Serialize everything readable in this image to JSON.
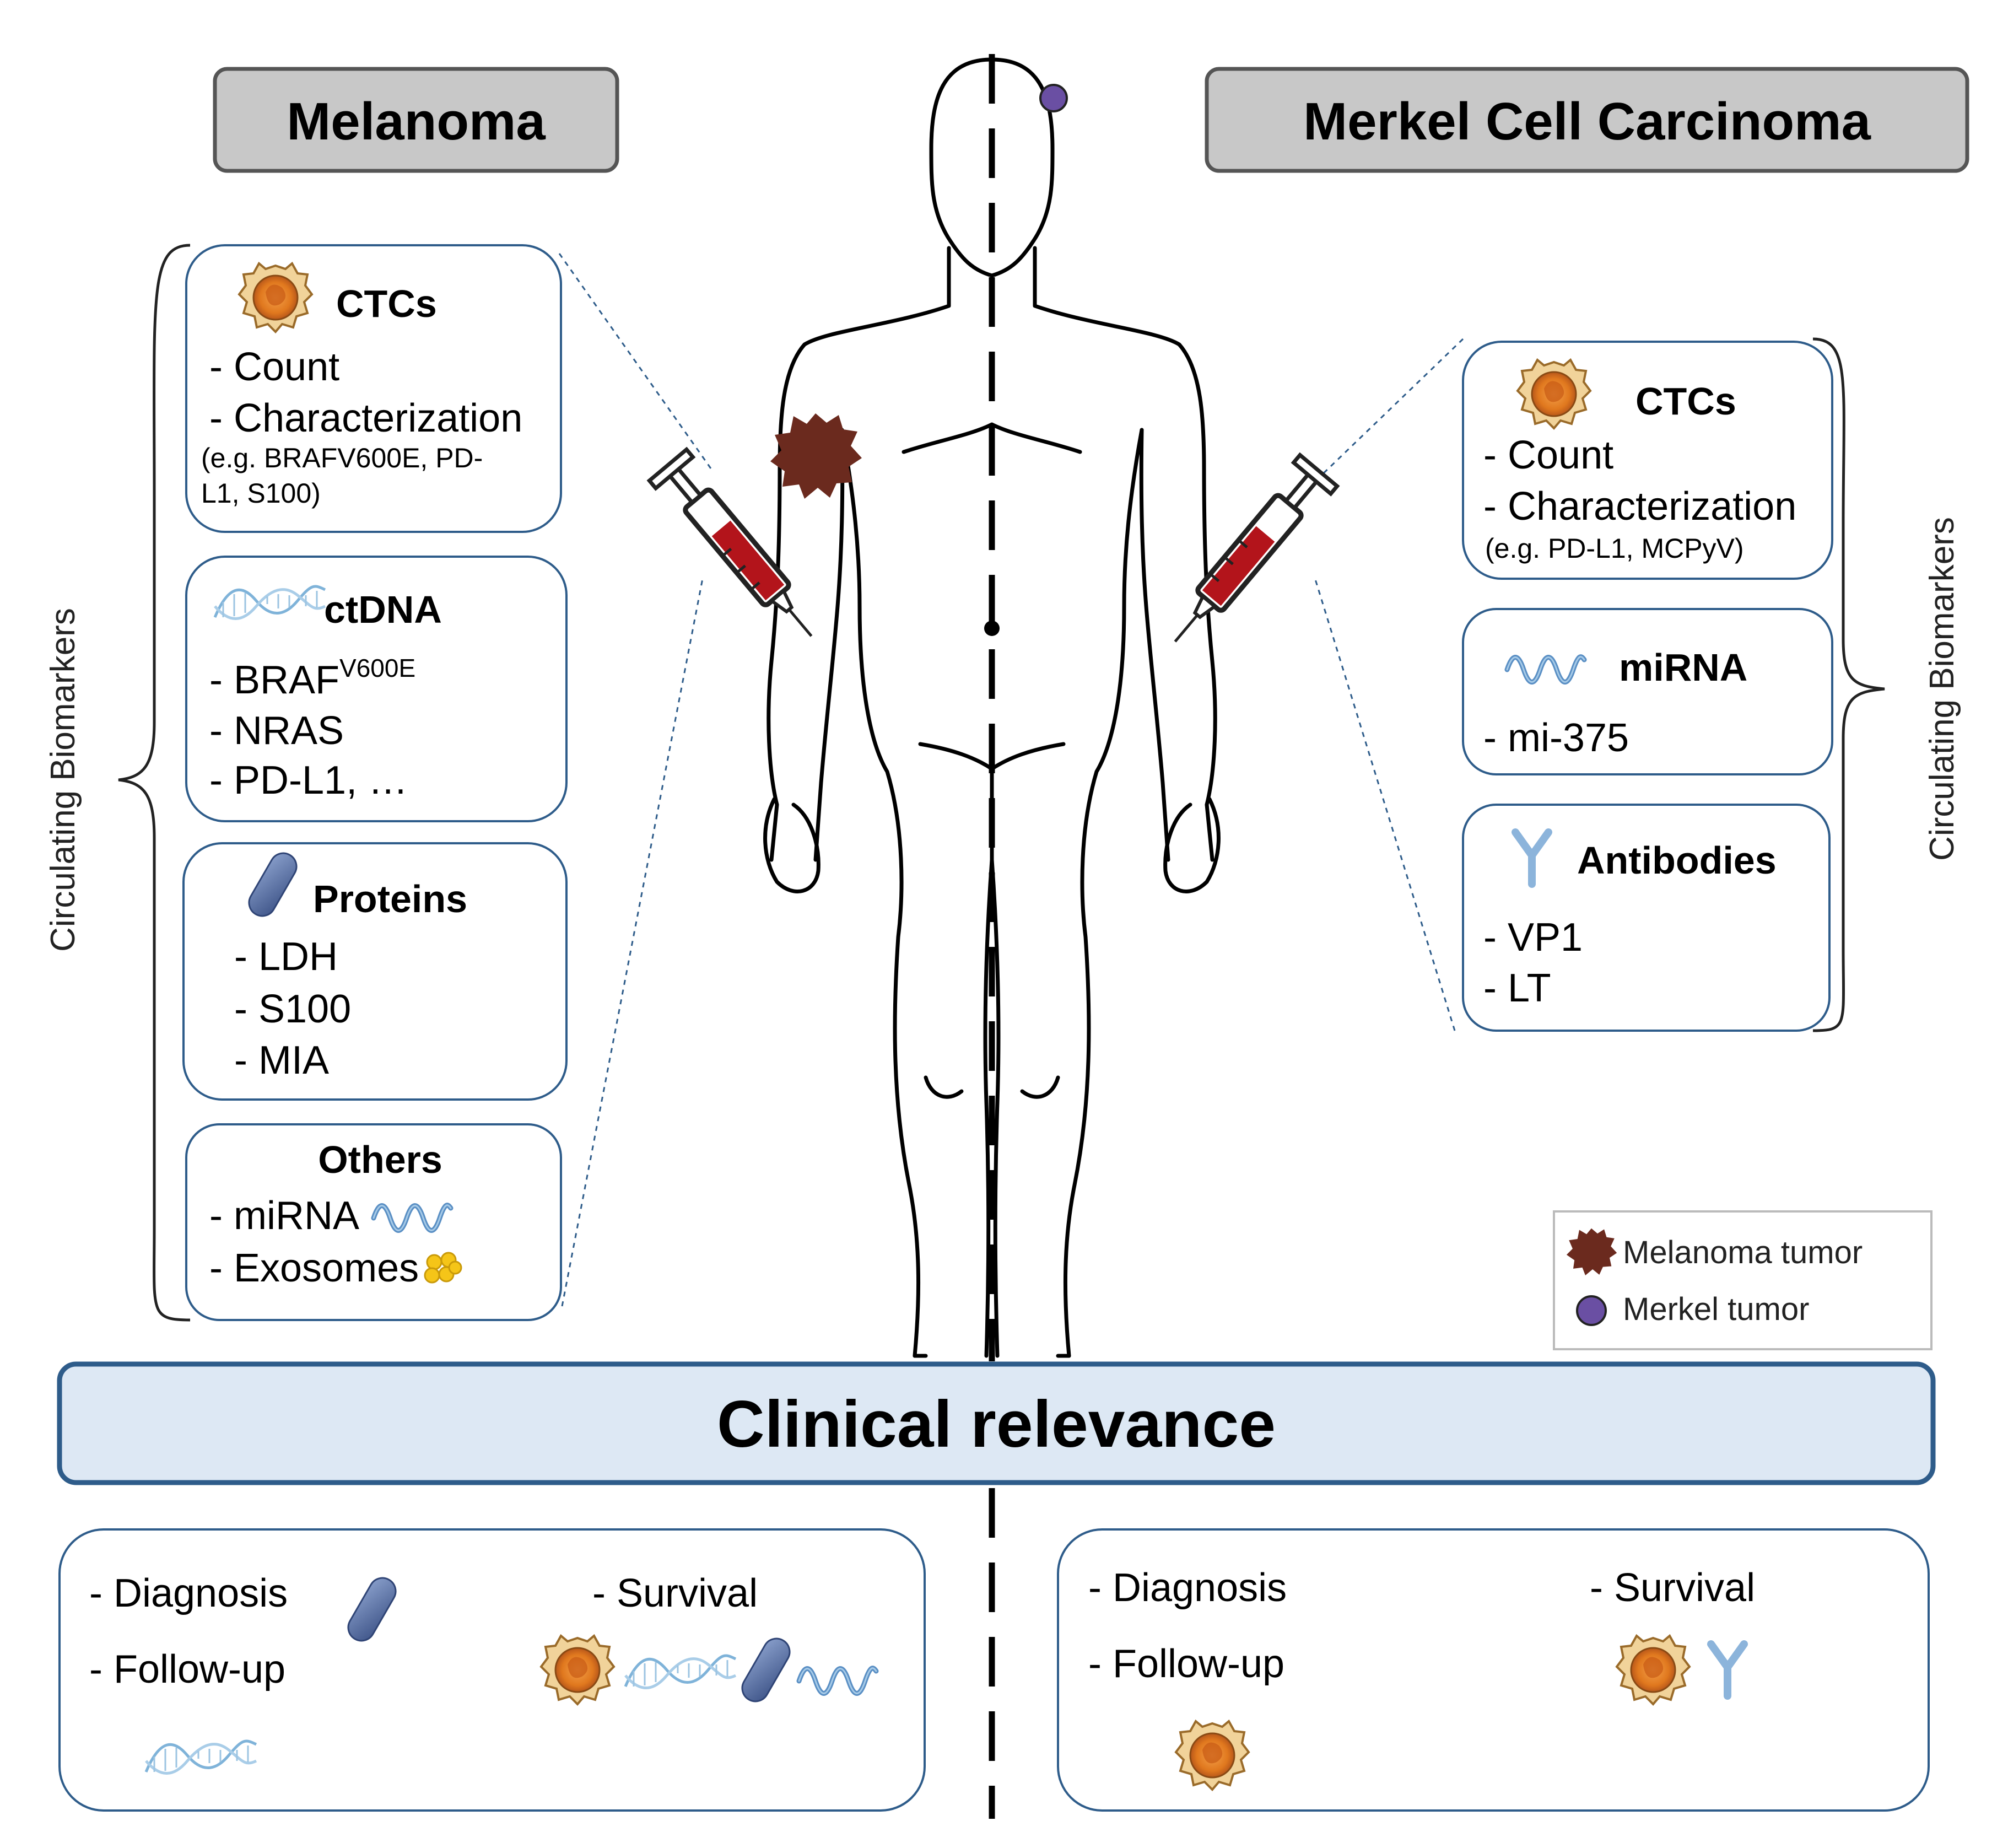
{
  "left": {
    "header": "Melanoma",
    "side_label": "Circulating Biomarkers",
    "ctcs": {
      "title": "CTCs",
      "items": [
        "- Count",
        "- Characterization"
      ],
      "note_line1": "(e.g. BRAFV600E, PD-",
      "note_line2": "L1, S100)"
    },
    "ctdna": {
      "title": "ctDNA",
      "item1": "- BRAF",
      "item1_sup": "V600E",
      "item2": "- NRAS",
      "item3": "- PD-L1, …"
    },
    "proteins": {
      "title": "Proteins",
      "items": [
        "- LDH",
        "- S100",
        "- MIA"
      ]
    },
    "others": {
      "title": "Others",
      "items": [
        "- miRNA",
        "- Exosomes"
      ]
    }
  },
  "right": {
    "header": "Merkel Cell Carcinoma",
    "side_label": "Circulating Biomarkers",
    "ctcs": {
      "title": "CTCs",
      "items": [
        "- Count",
        "- Characterization"
      ],
      "note": "(e.g. PD-L1, MCPyV)"
    },
    "mirna": {
      "title": "miRNA",
      "items": [
        "- mi-375"
      ]
    },
    "antibodies": {
      "title": "Antibodies",
      "items": [
        "- VP1",
        "- LT"
      ]
    }
  },
  "legend": {
    "melanoma": "Melanoma tumor",
    "merkel": "Merkel tumor"
  },
  "clinical": {
    "title": "Clinical relevance",
    "left": {
      "diagnosis": "- Diagnosis",
      "followup": "- Follow-up",
      "survival": "- Survival"
    },
    "right": {
      "diagnosis": "- Diagnosis",
      "followup": "- Follow-up",
      "survival": "- Survival"
    }
  },
  "colors": {
    "box_border": "#2e5c8a",
    "header_fill": "#c8c8c8",
    "clinical_fill": "#dde8f4",
    "melanoma_tumor": "#6b2a1e",
    "merkel_tumor": "#6a4fa3",
    "syringe_red": "#b3141b",
    "ctc_orange": "#e0781e",
    "protein_blue": "#5c74a8",
    "dna_blue": "#7fb3d9"
  },
  "icons": [
    "ctc-cell-icon",
    "dna-helix-icon",
    "protein-icon",
    "mirna-strand-icon",
    "exosome-icon",
    "antibody-icon",
    "syringe-icon",
    "tumor-icon"
  ]
}
